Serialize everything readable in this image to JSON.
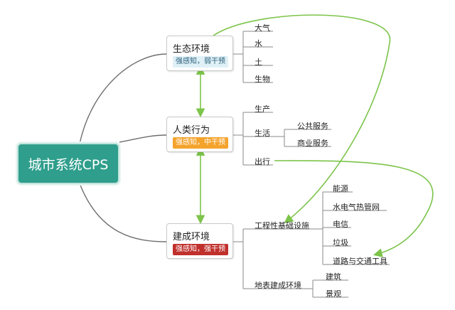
{
  "root": "城市系统CPS",
  "colors": {
    "root_fill": "#2f9e8c",
    "arrow": "#7cc44a",
    "line": "#6e6e6e"
  },
  "branches": [
    {
      "title": "生态环境",
      "tag": "强感知，弱干预",
      "children": [
        "大气",
        "水",
        "土",
        "生物"
      ]
    },
    {
      "title": "人类行为",
      "tag": "强感知，中干预",
      "children": [
        "生产",
        "生活",
        "出行"
      ],
      "sub": {
        "生活": [
          "公共服务",
          "商业服务"
        ]
      }
    },
    {
      "title": "建成环境",
      "tag": "强感知，强干预",
      "children": [
        "工程性基础设施",
        "地表建成环境"
      ],
      "sub": {
        "工程性基础设施": [
          "能源",
          "水电气热管网",
          "电信",
          "垃圾",
          "道路与交通工具"
        ],
        "地表建成环境": [
          "建筑",
          "景观"
        ]
      }
    }
  ]
}
